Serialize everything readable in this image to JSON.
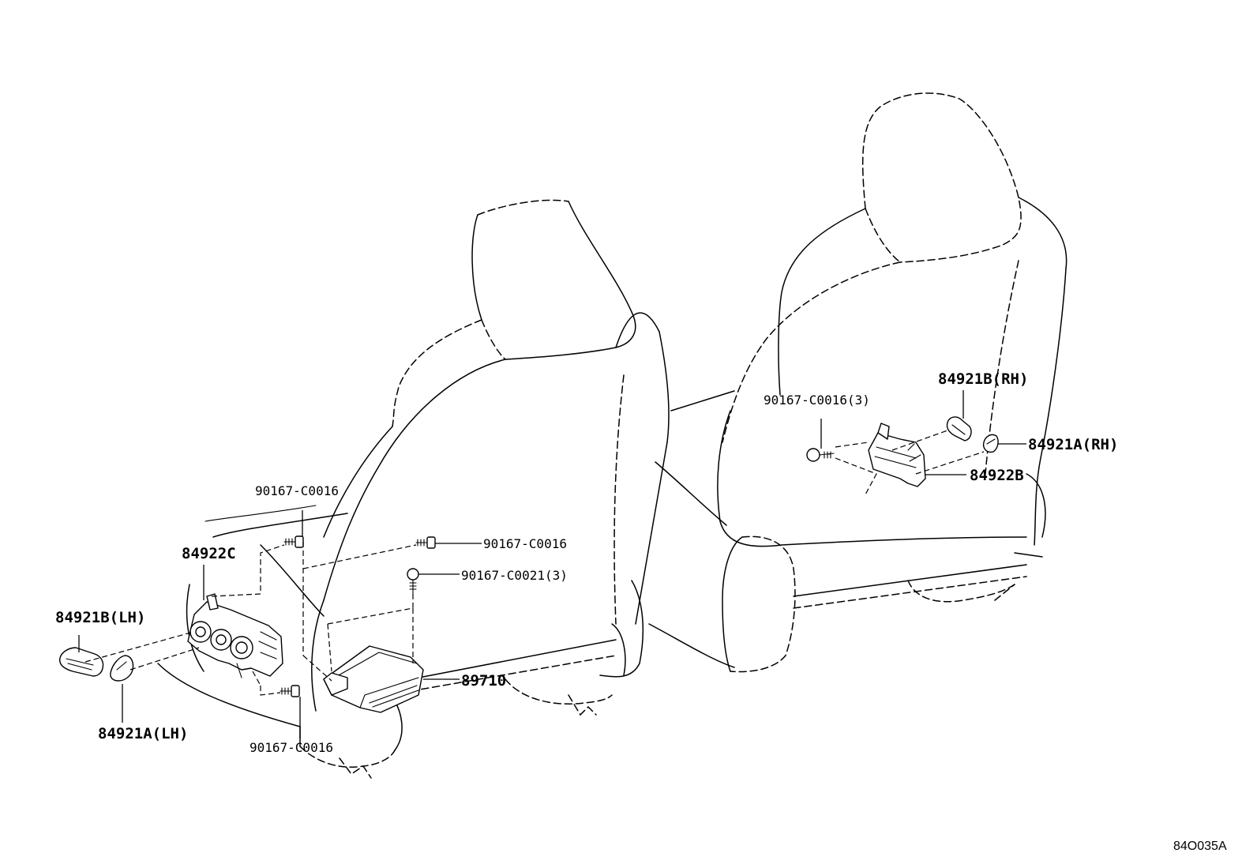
{
  "diagram": {
    "callouts": {
      "c_84921b_lh": "84921B(LH)",
      "c_84922c": "84922C",
      "c_84921a_lh": "84921A(LH)",
      "c_90167_c0016_top": "90167-C0016",
      "c_90167_c0016_mid": "90167-C0016",
      "c_90167_c0021": "90167-C0021(3)",
      "c_90167_c0016_bottom": "90167-C0016",
      "c_89710": "89710",
      "c_90167_c0016_3": "90167-C0016(3)",
      "c_84921b_rh": "84921B(RH)",
      "c_84921a_rh": "84921A(RH)",
      "c_84922b": "84922B"
    },
    "drawing_code": "84O035A"
  }
}
